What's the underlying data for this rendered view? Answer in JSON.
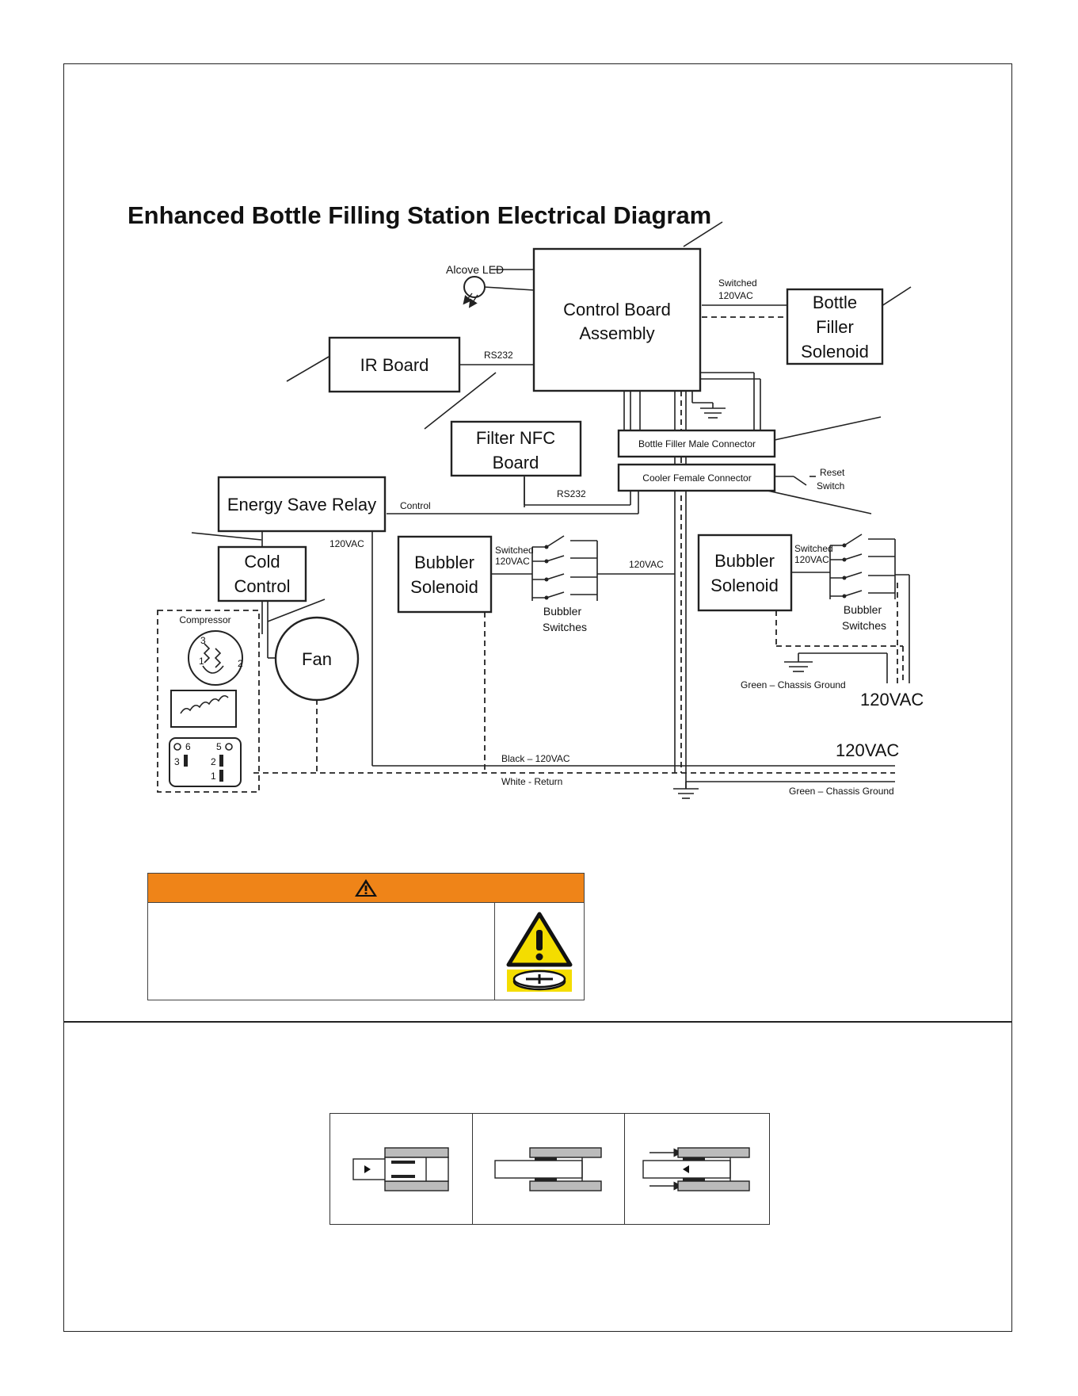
{
  "title": "Enhanced Bottle Filling Station Electrical Diagram",
  "components": {
    "control_board": [
      "Control Board",
      "Assembly"
    ],
    "alcove_led": "Alcove LED",
    "bottle_filler_solenoid": [
      "Bottle",
      "Filler",
      "Solenoid"
    ],
    "ir_board": "IR Board",
    "filter_nfc_board": [
      "Filter NFC",
      "Board"
    ],
    "bottle_filler_male_connector": "Bottle Filler Male Connector",
    "cooler_female_connector": "Cooler Female Connector",
    "reset_switch": [
      "Reset",
      "Switch"
    ],
    "energy_save_relay": "Energy Save Relay",
    "cold_control": [
      "Cold",
      "Control"
    ],
    "compressor": "Compressor",
    "fan": "Fan",
    "bubbler_solenoid": [
      "Bubbler",
      "Solenoid"
    ],
    "bubbler_switches": [
      "Bubbler",
      "Switches"
    ]
  },
  "wire_labels": {
    "switched_120vac": [
      "Switched",
      "120VAC"
    ],
    "rs232": "RS232",
    "control": "Control",
    "vac_120": "120VAC",
    "black": "Black – 120VAC",
    "white": "White - Return",
    "green_ground": "Green – Chassis Ground"
  },
  "compressor_terminals": [
    "3",
    "1",
    "2",
    "6",
    "5",
    "3",
    "2",
    "1"
  ],
  "warning": {
    "header_color": "#ef8418",
    "header_icon": "warning-triangle-icon",
    "pictogram": "battery-hazard-icon"
  },
  "fittings_panel": {
    "cells": [
      "push-in-fitting-icon",
      "tube-inserted-fitting-icon",
      "tube-release-fitting-icon"
    ]
  }
}
